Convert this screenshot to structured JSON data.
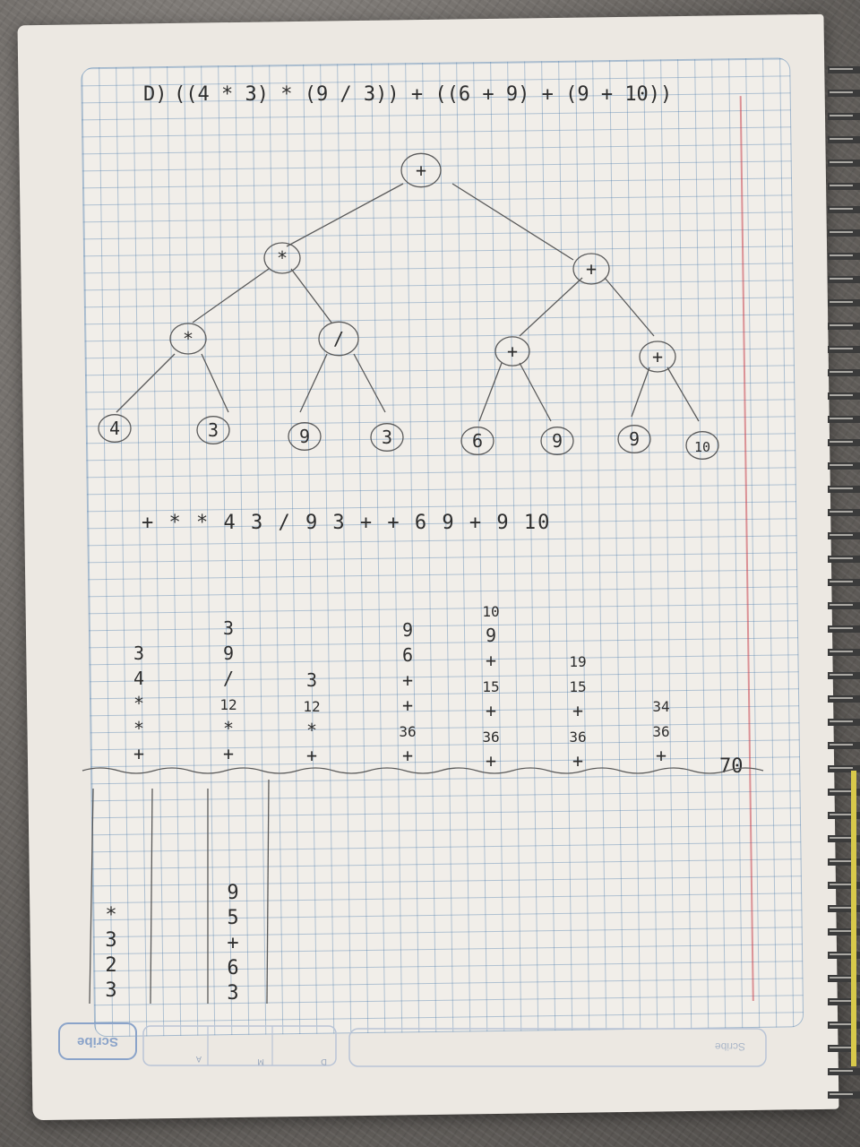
{
  "expression": {
    "label": "D)",
    "text": "((4 * 3) * (9 / 3)) + ((6 + 9) + (9 + 10))"
  },
  "tree": {
    "root": "+",
    "level1": [
      "*",
      "+"
    ],
    "level2": [
      "*",
      "/",
      "+",
      "+"
    ],
    "leaves": [
      "4",
      "3",
      "9",
      "3",
      "6",
      "9",
      "9",
      "10"
    ]
  },
  "prefix": "+ * * 4 3 / 9 3 + + 6 9 + 9 10",
  "stacks": [
    [
      "3",
      "4",
      "*",
      "*",
      "+"
    ],
    [
      "3",
      "9",
      "/",
      "12",
      "*",
      "+"
    ],
    [
      "3",
      "12",
      "*",
      "+"
    ],
    [
      "9",
      "6",
      "+",
      "+",
      "36",
      "+"
    ],
    [
      "10",
      "9",
      "+",
      "15",
      "+",
      "36",
      "+"
    ],
    [
      "19",
      "15",
      "+",
      "36",
      "+"
    ],
    [
      "34",
      "36",
      "+"
    ]
  ],
  "result": "70",
  "lower_stacks": [
    [
      "*",
      "3",
      "2",
      "3"
    ],
    [
      "9",
      "5",
      "+",
      "6",
      "3"
    ]
  ],
  "footer": {
    "brand": "Scribe",
    "field_labels": [
      "A",
      "M",
      "D"
    ],
    "brand_right": "Scribe"
  }
}
